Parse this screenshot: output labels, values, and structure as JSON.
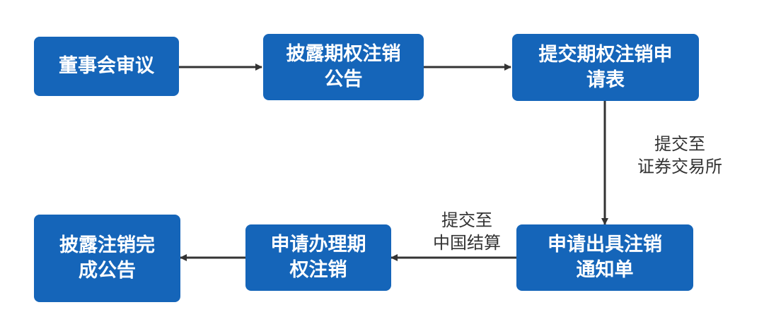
{
  "nodes": {
    "board_review": {
      "lines": [
        "董事会审议"
      ]
    },
    "disclose_notice": {
      "lines": [
        "披露期权注销",
        "公告"
      ]
    },
    "submit_form": {
      "lines": [
        "提交期权注销申",
        "请表"
      ]
    },
    "apply_notice": {
      "lines": [
        "申请出具注销",
        "通知单"
      ]
    },
    "apply_process": {
      "lines": [
        "申请办理期",
        "权注销"
      ]
    },
    "disclose_complete": {
      "lines": [
        "披露注销完",
        "成公告"
      ]
    }
  },
  "edge_labels": {
    "to_exchange": {
      "lines": [
        "提交至",
        "证券交易所"
      ]
    },
    "to_csdc": {
      "lines": [
        "提交至",
        "中国结算"
      ]
    }
  },
  "colors": {
    "box_fill": "#1565b9",
    "box_text": "#ffffff",
    "arrow": "#333333",
    "label_text": "#333333"
  }
}
